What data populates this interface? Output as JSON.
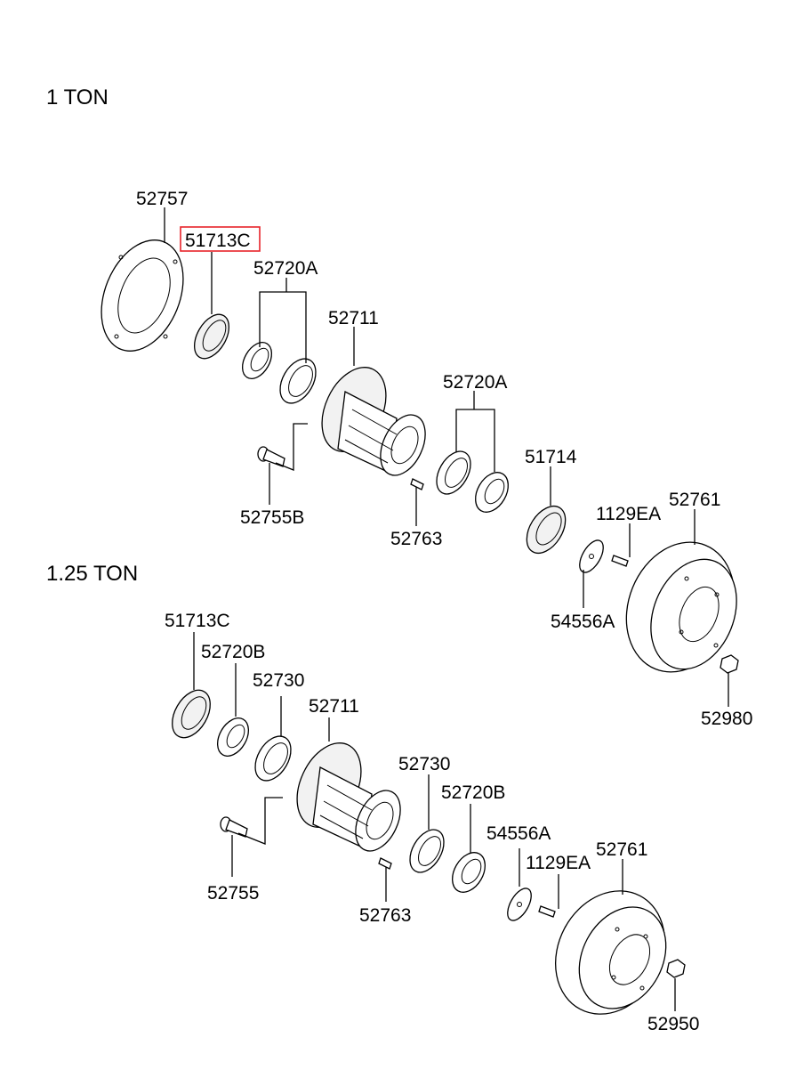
{
  "sections": {
    "ton1": "1 TON",
    "ton125": "1.25 TON"
  },
  "highlight_color": "#e8232a",
  "labels": {
    "t1_52757": "52757",
    "t1_51713C": "51713C",
    "t1_52720A_a": "52720A",
    "t1_52711": "52711",
    "t1_52720A_b": "52720A",
    "t1_51714": "51714",
    "t1_52755B": "52755B",
    "t1_52763": "52763",
    "t1_1129EA": "1129EA",
    "t1_52761": "52761",
    "t1_54556A": "54556A",
    "t1_52980": "52980",
    "t2_51713C": "51713C",
    "t2_52720B_a": "52720B",
    "t2_52730_a": "52730",
    "t2_52711": "52711",
    "t2_52730_b": "52730",
    "t2_52720B_b": "52720B",
    "t2_54556A": "54556A",
    "t2_1129EA": "1129EA",
    "t2_52761": "52761",
    "t2_52755": "52755",
    "t2_52763": "52763",
    "t2_52950": "52950"
  }
}
